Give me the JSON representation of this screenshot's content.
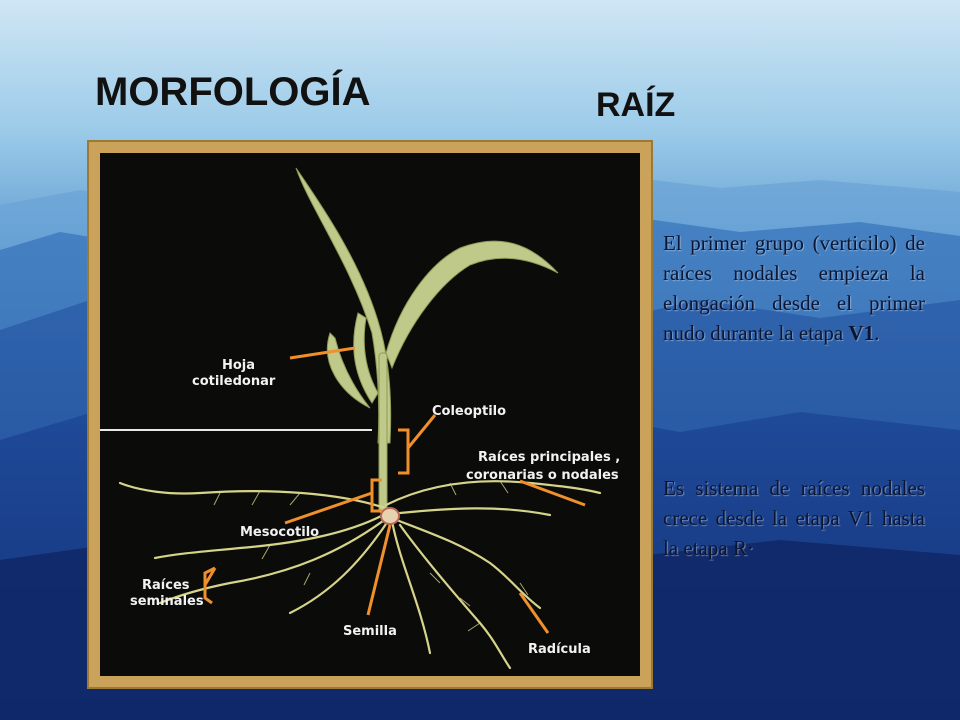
{
  "slide": {
    "title": "MORFOLOGÍA",
    "subtitle": "RAÍZ"
  },
  "diagram": {
    "labels": {
      "hoja_1": "Hoja",
      "hoja_2": "cotiledonar",
      "coleoptilo": "Coleoptilo",
      "raices_principales_1": "Raíces principales ,",
      "raices_principales_2": "coronarias o nodales",
      "mesocotilo": "Mesocotilo",
      "raices_seminales_1": "Raíces",
      "raices_seminales_2": "seminales",
      "semilla": "Semilla",
      "radicula": "Radícula"
    },
    "colors": {
      "leader_lines": "#f0902a",
      "plant": "#d6d48a",
      "background": "#0b0b0a",
      "frame": "#caa259"
    }
  },
  "text": {
    "paragraph1_part1": "El primer grupo (verticilo) de raíces nodales empieza la elongación desde el primer nudo durante la etapa ",
    "paragraph1_bold": "V1",
    "paragraph1_end": ".",
    "paragraph2": "Es sistema de raíces nodales crece desde la etapa V1 hasta la etapa R·"
  }
}
